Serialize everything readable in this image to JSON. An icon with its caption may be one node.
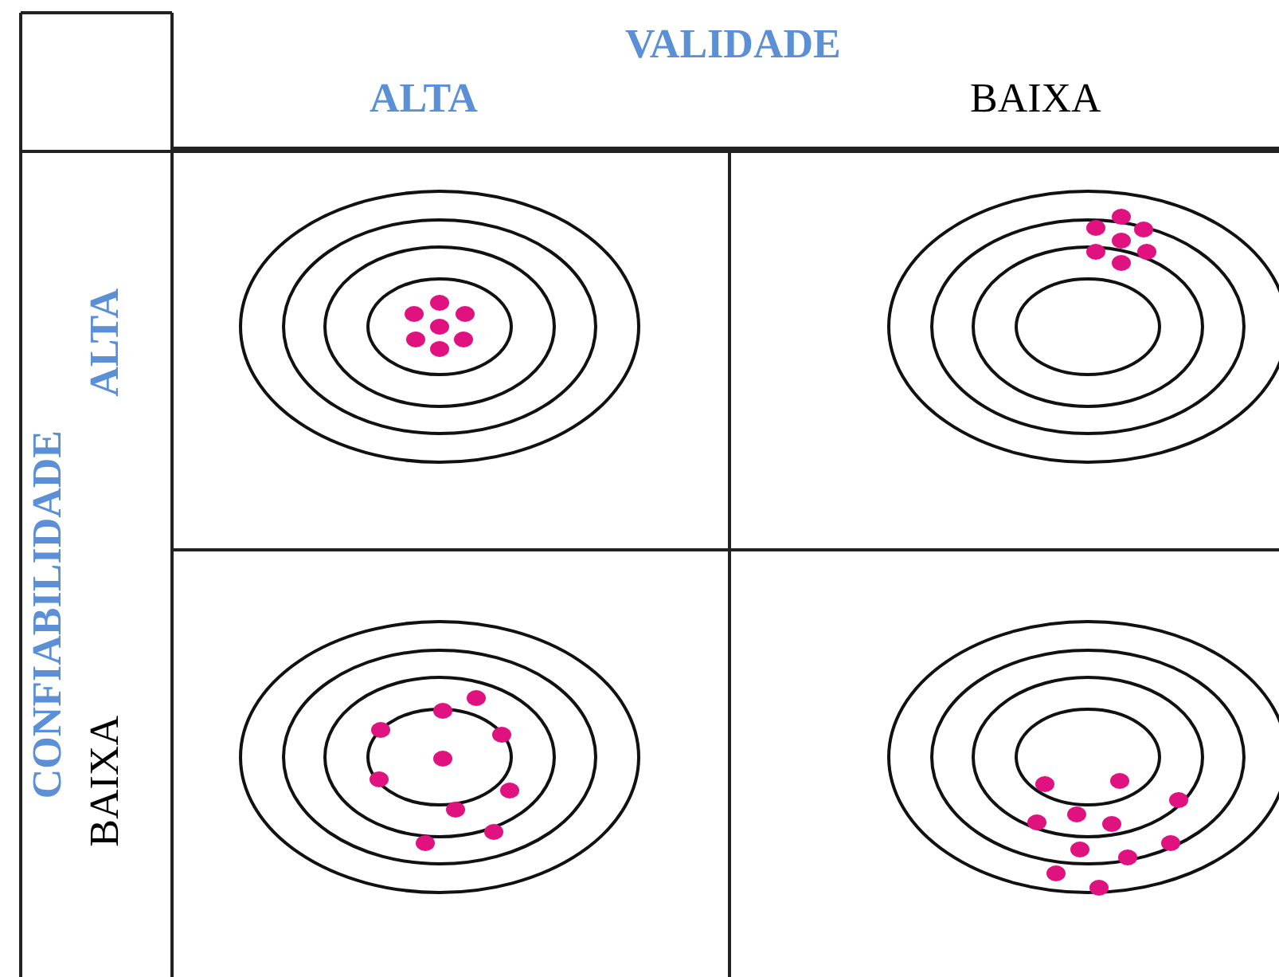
{
  "diagram": {
    "labels": [
      "VALIDADE",
      "ALTA",
      "BAIXA",
      "CONFIABILIDADE",
      "ALTA",
      "BAIXA"
    ]
  }
}
